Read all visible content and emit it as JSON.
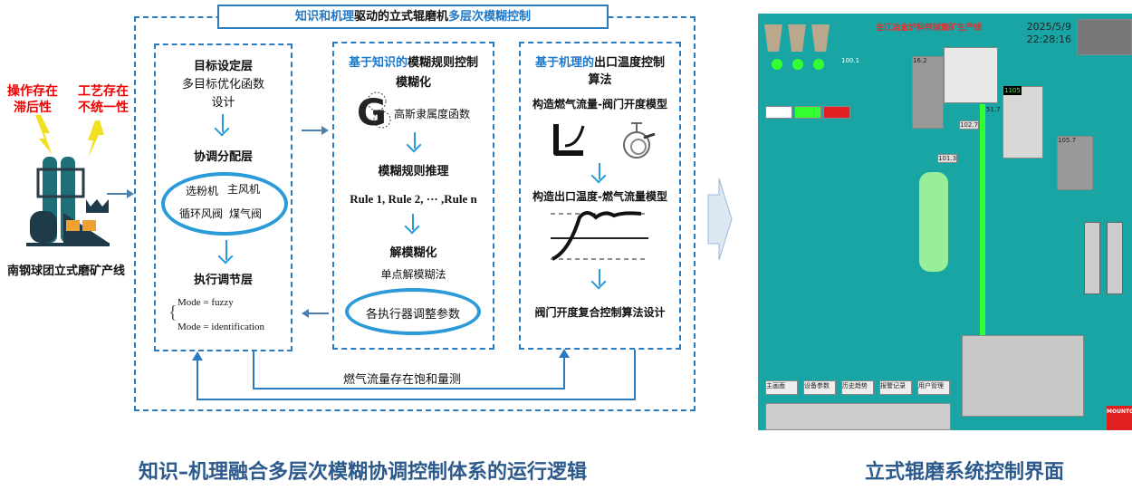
{
  "left": {
    "issue1": [
      "操作存在",
      "滞后性"
    ],
    "issue2": [
      "工艺存在",
      "不统一性"
    ],
    "plant_label": "南钢球团立式磨矿产线"
  },
  "title": {
    "part1": "知识和机理",
    "part2": "驱动的立式辊磨机",
    "part3": "多层次模糊控制"
  },
  "col1": {
    "h1": "目标设定层",
    "t1a": "多目标优化函数",
    "t1b": "设计",
    "h2": "协调分配层",
    "items": [
      "选粉机",
      "主风机",
      "循环风阀",
      "煤气阀"
    ],
    "h3": "执行调节层",
    "mode1": "Mode = fuzzy",
    "mode2": "Mode = identification"
  },
  "col2": {
    "title_blue": "基于知识的",
    "title_black": "模糊规则控制",
    "h1": "模糊化",
    "gauss": "高斯隶属度函数",
    "h2": "模糊规则推理",
    "rules": "Rule 1, Rule 2, ··· ,Rule n",
    "h3": "解模糊化",
    "t3": "单点解模糊法",
    "ellipse": "各执行器调整参数"
  },
  "col3": {
    "title_blue": "基于机理的",
    "title_black": "出口温度控制",
    "title2": "算法",
    "m1": "构造燃气流量-阀门开度模型",
    "m2": "构造出口温度-燃气流量模型",
    "m3": "阀门开度复合控制算法设计"
  },
  "feedback": "燃气流量存在饱和量测",
  "hmi": {
    "title": "金江冶金炉料带球磨矿生产线",
    "date": "2025/5/9",
    "time": "22:28:16",
    "values": [
      "100.1",
      "16.2",
      "102.7",
      "101.3",
      "51.7",
      "105.7",
      "1105"
    ],
    "buttons": [
      "主画面",
      "设备参数",
      "历史趋势",
      "报警记录",
      "用户管理"
    ],
    "logo": "MOUNTOP",
    "colors": {
      "bg": "#1aa5a5",
      "run": "#33ff33",
      "alarm": "#e02020"
    }
  },
  "captions": {
    "left": "知识–机理融合多层次模糊协调控制体系的运行逻辑",
    "right": "立式辊磨系统控制界面"
  }
}
